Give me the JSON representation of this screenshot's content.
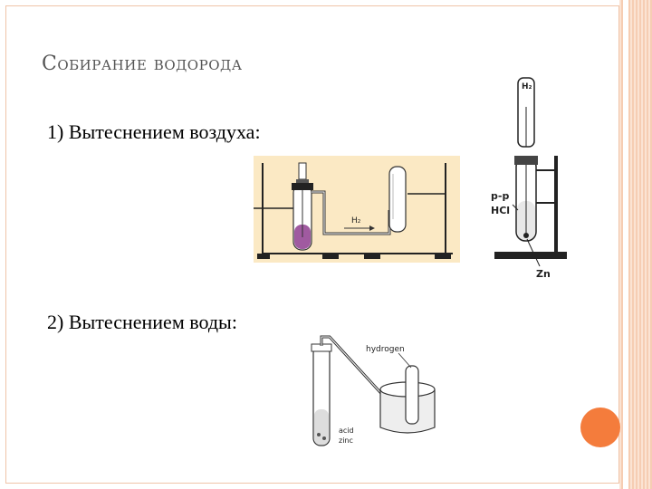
{
  "slide": {
    "title": "Собирание водорода",
    "item1": "1) Вытеснением воздуха:",
    "item2": "2) Вытеснением воды:"
  },
  "figure_air": {
    "gas_label": "H₂"
  },
  "figure_stand": {
    "top_label": "H₂",
    "solution_label_1": "p-p",
    "solution_label_2": "HCl",
    "metal_label": "Zn"
  },
  "figure_water": {
    "gas_label": "hydrogen",
    "acid_label": "acid",
    "zinc_label": "zinc"
  },
  "colors": {
    "accent": "#f47c3c",
    "frame": "#f0c4a8",
    "air_bg": "#fbe9c4",
    "liquid": "#a05aa0"
  }
}
